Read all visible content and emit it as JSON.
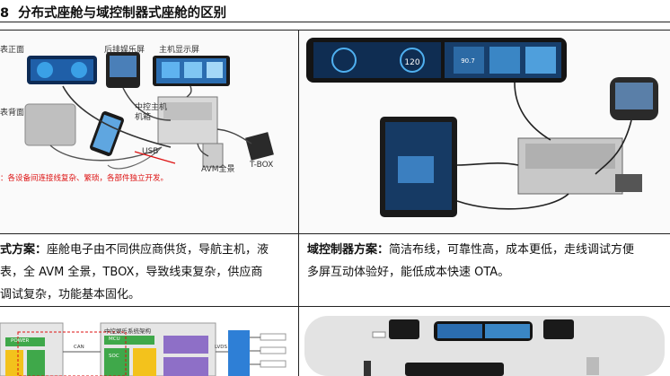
{
  "heading": {
    "number": "8",
    "text": "分布式座舱与域控制器式座舱的区别"
  },
  "left_photo": {
    "labels": {
      "front": "表正面",
      "rear_ent": "后排娱乐屏",
      "main_disp": "主机显示屏",
      "back": "表背面",
      "central_host_1": "中控主机",
      "central_host_2": "机箱",
      "usb": "USB",
      "avm": "AVM全景",
      "tbox": "T-BOX",
      "note": "：各设备间连接线复杂、繁琐，各部件独立开发。"
    }
  },
  "right_photo": {
    "speed": "120",
    "temp": "90.7"
  },
  "left_caption": {
    "bold": "式方案：",
    "line1": "座舱电子由不同供应商供货，导航主机，液",
    "line2": "表，全 AVM 全景，TBOX，导致线束复杂，供应商",
    "line3": "调试复杂，功能基本固化。"
  },
  "right_caption": {
    "bold": "域控制器方案：",
    "line1": "简洁布线，可靠性高，成本更低，走线调试方便",
    "line2": "多屏互动体验好，能低成本快速 OTA。"
  },
  "left_diagram": {
    "labels": {
      "arch": "中控娱乐系统架构",
      "power": "POWER",
      "mcu": "MCU",
      "soc": "SOC",
      "can": "CAN",
      "lvds": "LVDS"
    }
  }
}
